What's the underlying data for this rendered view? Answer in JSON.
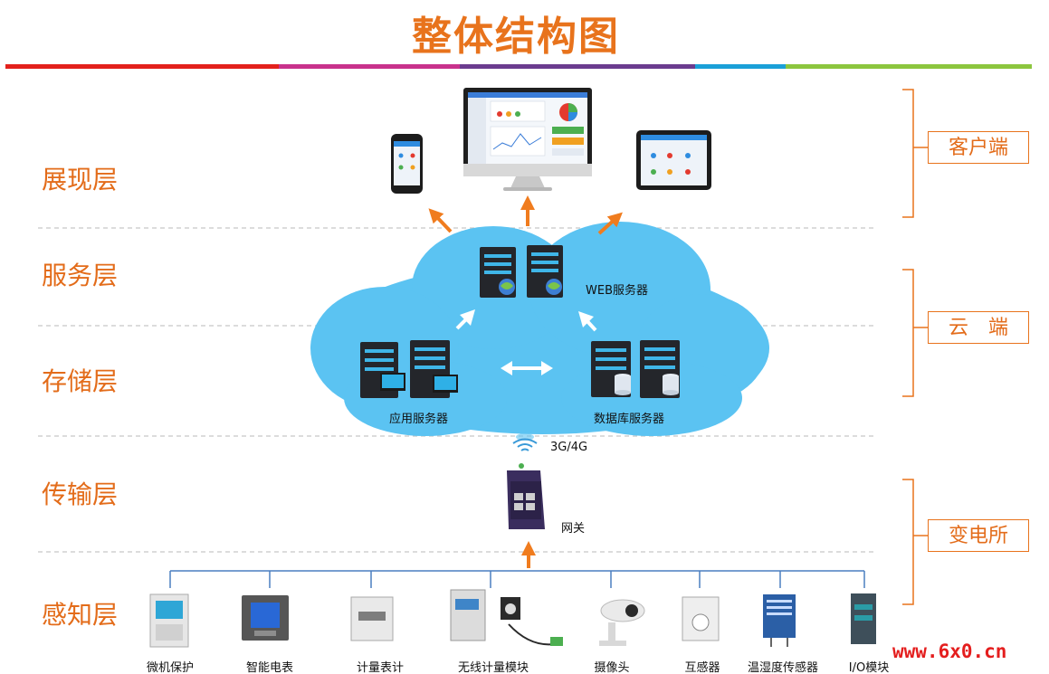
{
  "title": "整体结构图",
  "layers": {
    "presentation": "展现层",
    "service": "服务层",
    "storage": "存储层",
    "transport": "传输层",
    "perception": "感知层"
  },
  "side_groups": {
    "client": "客户端",
    "cloud": "云　端",
    "substation": "变电所"
  },
  "cloud": {
    "web_server": "WEB服务器",
    "app_server": "应用服务器",
    "db_server": "数据库服务器"
  },
  "transport": {
    "network": "3G/4G",
    "gateway": "网关"
  },
  "devices": [
    "微机保护",
    "智能电表",
    "计量表计",
    "无线计量模块",
    "摄像头",
    "互感器",
    "温湿度传感器",
    "I/O模块"
  ],
  "watermark": "www.6x0.cn",
  "colors": {
    "accent": "#e8731c",
    "cloud": "#5bc3f2",
    "arrow_in_cloud": "#ffffff",
    "bus_line": "#4a7fc0"
  }
}
